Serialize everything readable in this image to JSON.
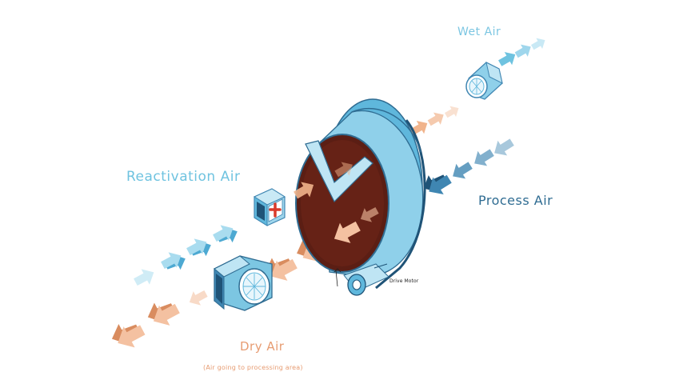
{
  "labels": {
    "wet_air": "Wet Air",
    "reactivation_air": "Reactivation Air",
    "process_air": "Process Air",
    "dry_air": "Dry Air",
    "dry_air_note": "(Air going to processing area)",
    "drive_motor": "Drive Motor"
  },
  "colors": {
    "light_blue": "#9fd6ec",
    "mid_blue": "#5fb7dc",
    "dark_blue": "#2f6c92",
    "peach": "#f1b48c",
    "desiccant_wheel": "#5b1e14",
    "heater_cross": "#d93a2b"
  },
  "icons": [
    "fan-icon",
    "heater-icon",
    "desiccant-wheel-icon",
    "drive-motor-icon",
    "arrow-icon"
  ]
}
